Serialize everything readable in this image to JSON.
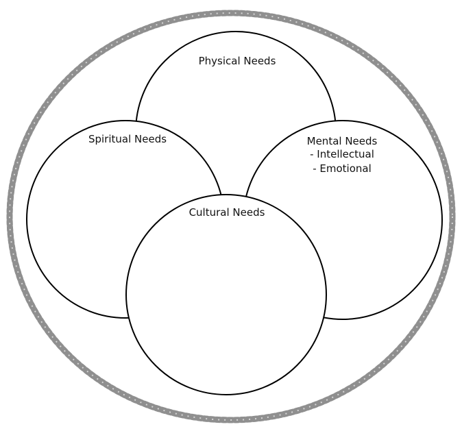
{
  "diagram": {
    "labels": {
      "physical": "Physical Needs",
      "spiritual": "Spiritual Needs",
      "mental": "Mental Needs",
      "mental_sub1": "- Intellectual",
      "mental_sub2": "- Emotional",
      "cultural": "Cultural Needs"
    },
    "colors": {
      "outline": "#000000",
      "border_rope": "#a9a9a9",
      "background": "#ffffff"
    }
  }
}
